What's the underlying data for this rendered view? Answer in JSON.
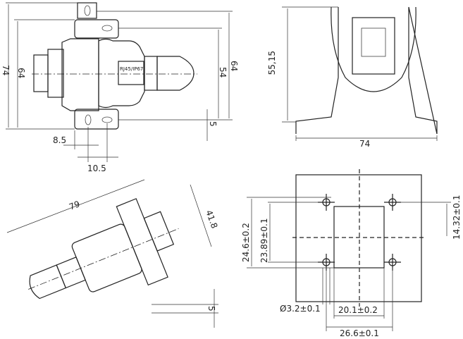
{
  "drawing": {
    "side_view": {
      "product_label": "RJ45/IP67",
      "dim_overall_height": "74",
      "dim_body_height": "64",
      "dim_slot_spacing_right": "54",
      "dim_outer_right": "64",
      "dim_flange_thickness": "5",
      "dim_offset_a": "8.5",
      "dim_offset_b": "10.5"
    },
    "front_view": {
      "dim_height": "55,15",
      "dim_width": "74"
    },
    "iso_view": {
      "dim_length": "79",
      "dim_height": "41.8",
      "dim_thickness": "5"
    },
    "panel_cutout": {
      "dim_outer_vertical": "24.6±0.2",
      "dim_hole_vertical": "23.89±0.1",
      "dim_hole_half": "14.32±0.1",
      "dim_hole_diameter": "Ø3.2±0.1",
      "dim_cutout_width": "20.1±0.2",
      "dim_hole_horizontal": "26.6±0.1"
    }
  }
}
